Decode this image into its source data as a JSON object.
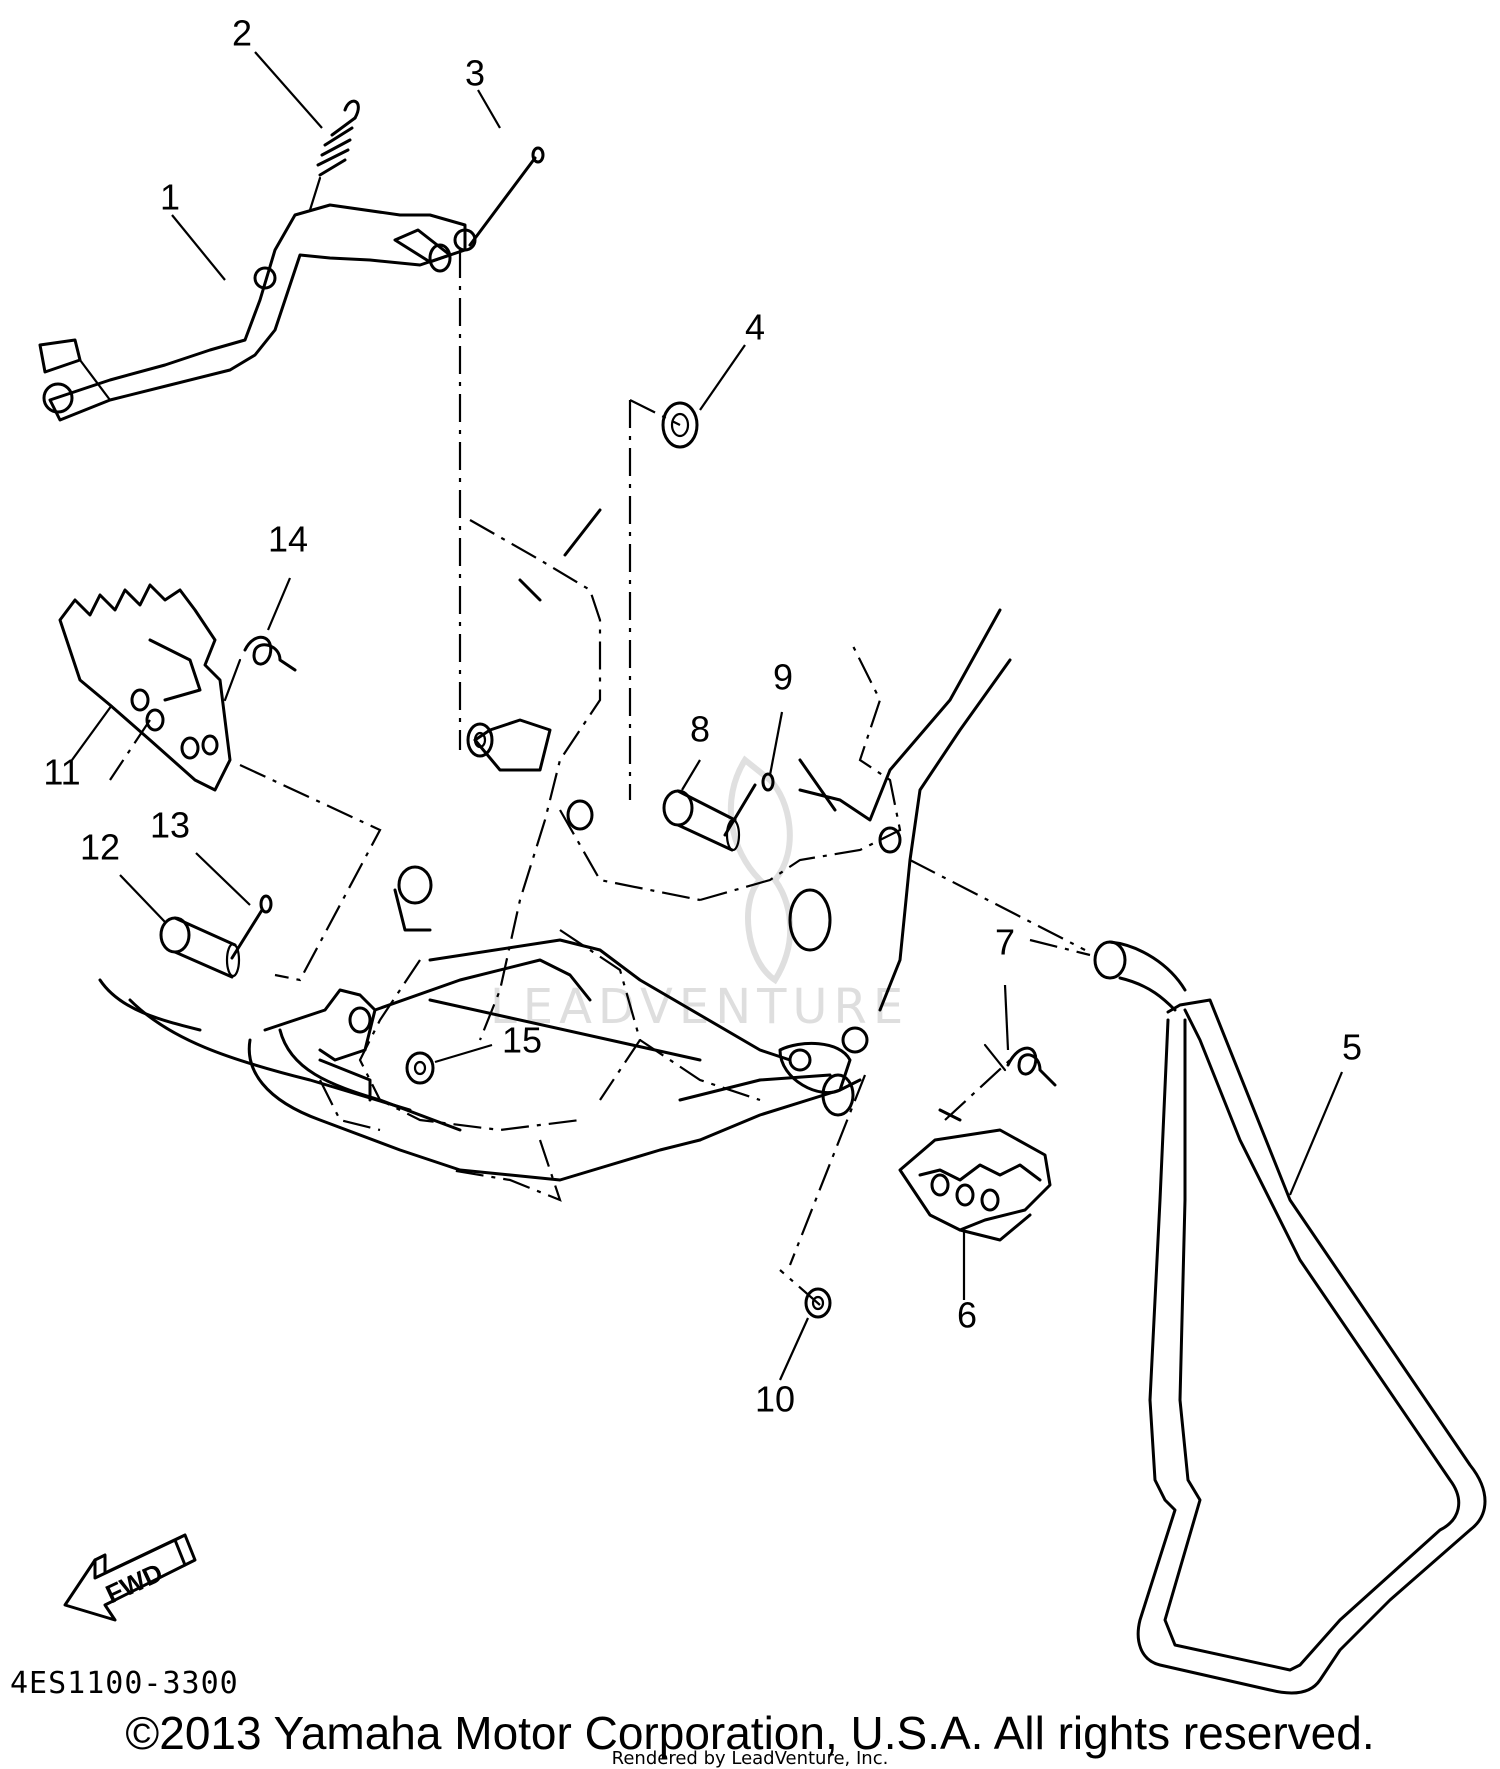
{
  "diagram": {
    "callouts": [
      {
        "id": "1",
        "label": "1"
      },
      {
        "id": "2",
        "label": "2"
      },
      {
        "id": "3",
        "label": "3"
      },
      {
        "id": "4",
        "label": "4"
      },
      {
        "id": "5",
        "label": "5"
      },
      {
        "id": "6",
        "label": "6"
      },
      {
        "id": "7",
        "label": "7"
      },
      {
        "id": "8",
        "label": "8"
      },
      {
        "id": "9",
        "label": "9"
      },
      {
        "id": "10",
        "label": "10"
      },
      {
        "id": "11",
        "label": "11"
      },
      {
        "id": "12",
        "label": "12"
      },
      {
        "id": "13",
        "label": "13"
      },
      {
        "id": "14",
        "label": "14"
      },
      {
        "id": "15",
        "label": "15"
      }
    ],
    "fwd_label": "FWD",
    "watermark": "LEADVENTURE",
    "part_number": "4ES1100-3300"
  },
  "footer": {
    "copyright": "©2013 Yamaha Motor Corporation, U.S.A. All rights reserved.",
    "rendered_by": "Rendered by LeadVenture, Inc."
  }
}
